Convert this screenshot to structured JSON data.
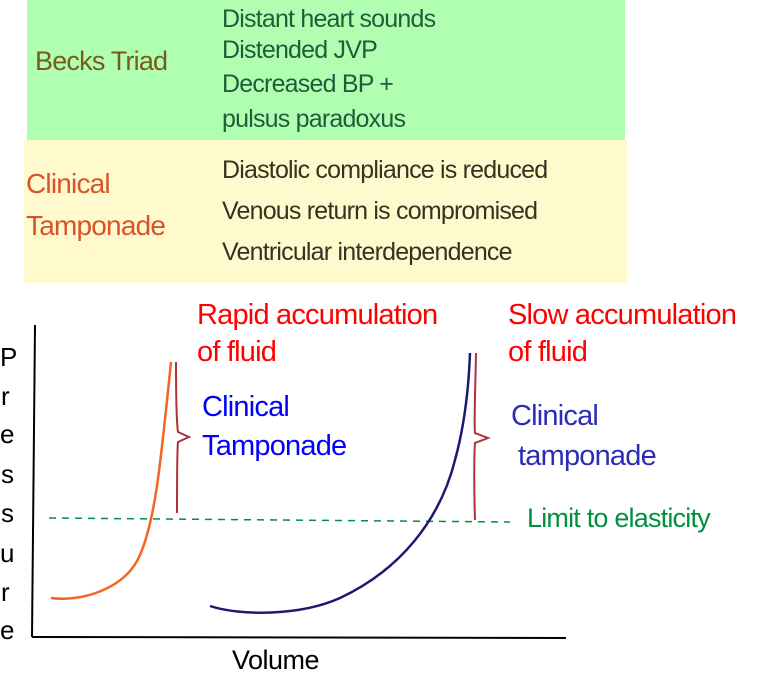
{
  "becks_triad": {
    "label": "Becks Triad",
    "items": [
      "Distant heart sounds",
      "Distended JVP",
      "Decreased BP +",
      "pulsus paradoxus"
    ],
    "bg_color": "#b0ffb0"
  },
  "clinical_tamponade": {
    "label_line1": "Clinical",
    "label_line2": "Tamponade",
    "items": [
      "Diastolic compliance is reduced",
      "Venous return is compromised",
      "Ventricular interdependence"
    ],
    "bg_color": "#fffacd"
  },
  "graph": {
    "y_axis_letters": [
      "P",
      "r",
      "e",
      "s",
      "s",
      "u",
      "r",
      "e"
    ],
    "x_axis_label": "Volume",
    "rapid": {
      "line1": "Rapid accumulation",
      "line2": "of fluid",
      "tamp1": "Clinical",
      "tamp2": "Tamponade",
      "curve_color": "#f26522"
    },
    "slow": {
      "line1": "Slow accumulation",
      "line2": "of fluid",
      "tamp1": "Clinical",
      "tamp2": "tamponade",
      "curve_color": "#1a1a6e"
    },
    "threshold_label": "Limit to elasticity",
    "threshold_color": "#009040"
  }
}
